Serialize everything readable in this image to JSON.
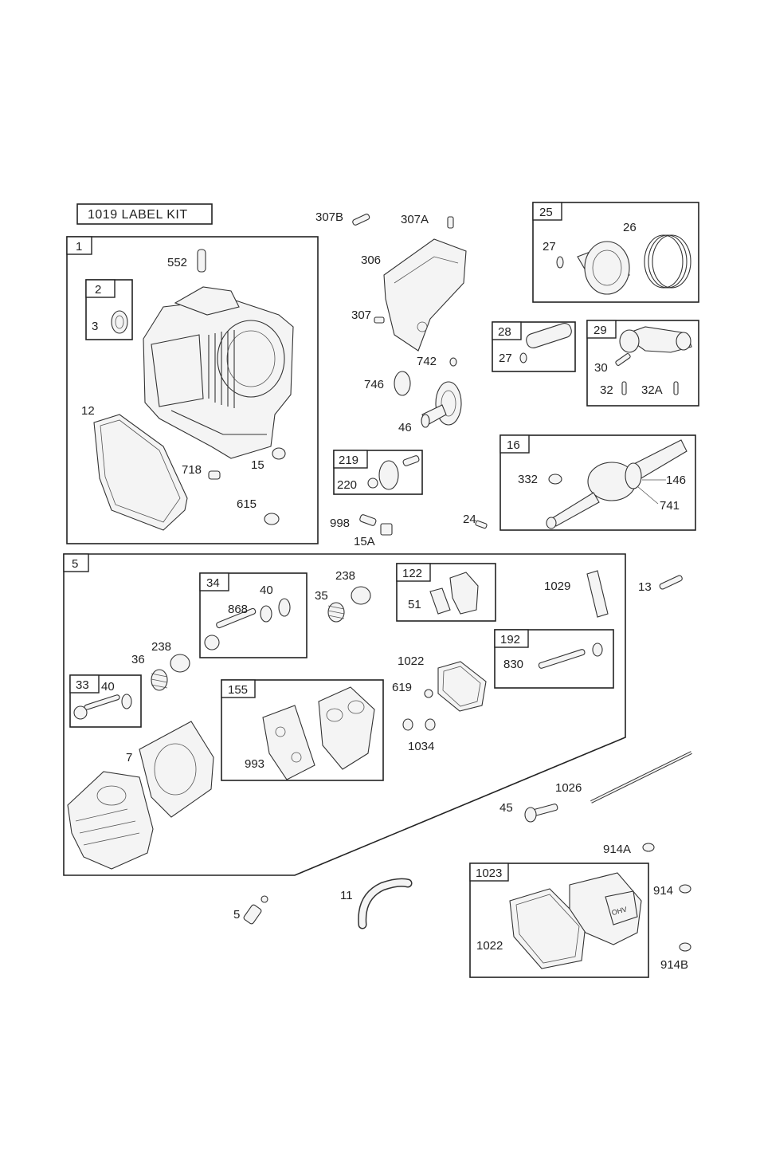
{
  "label_kit": "1019 LABEL KIT",
  "groups": {
    "g1": "1",
    "g2": "2",
    "g25": "25",
    "g28": "28",
    "g29": "29",
    "g16": "16",
    "g219": "219",
    "g5": "5",
    "g34": "34",
    "g122": "122",
    "g192": "192",
    "g33": "33",
    "g155": "155",
    "g1023": "1023"
  },
  "labels": {
    "p552": "552",
    "p3": "3",
    "p12": "12",
    "p718": "718",
    "p15": "15",
    "p615": "615",
    "p307B": "307B",
    "p307A": "307A",
    "p306": "306",
    "p307": "307",
    "p742": "742",
    "p746": "746",
    "p46": "46",
    "p220": "220",
    "p998": "998",
    "p15A": "15A",
    "p24": "24",
    "p27a": "27",
    "p26": "26",
    "p27b": "27",
    "p30": "30",
    "p32": "32",
    "p32A": "32A",
    "p332": "332",
    "p146": "146",
    "p741": "741",
    "p238a": "238",
    "p40a": "40",
    "p35": "35",
    "p868": "868",
    "p51": "51",
    "p1029": "1029",
    "p13": "13",
    "p238b": "238",
    "p36": "36",
    "p40b": "40",
    "p1022a": "1022",
    "p830": "830",
    "p619": "619",
    "p1034": "1034",
    "p7": "7",
    "p993": "993",
    "p1026": "1026",
    "p45": "45",
    "p914A": "914A",
    "p11": "11",
    "p5": "5",
    "p914": "914",
    "p1022b": "1022",
    "p914B": "914B"
  }
}
